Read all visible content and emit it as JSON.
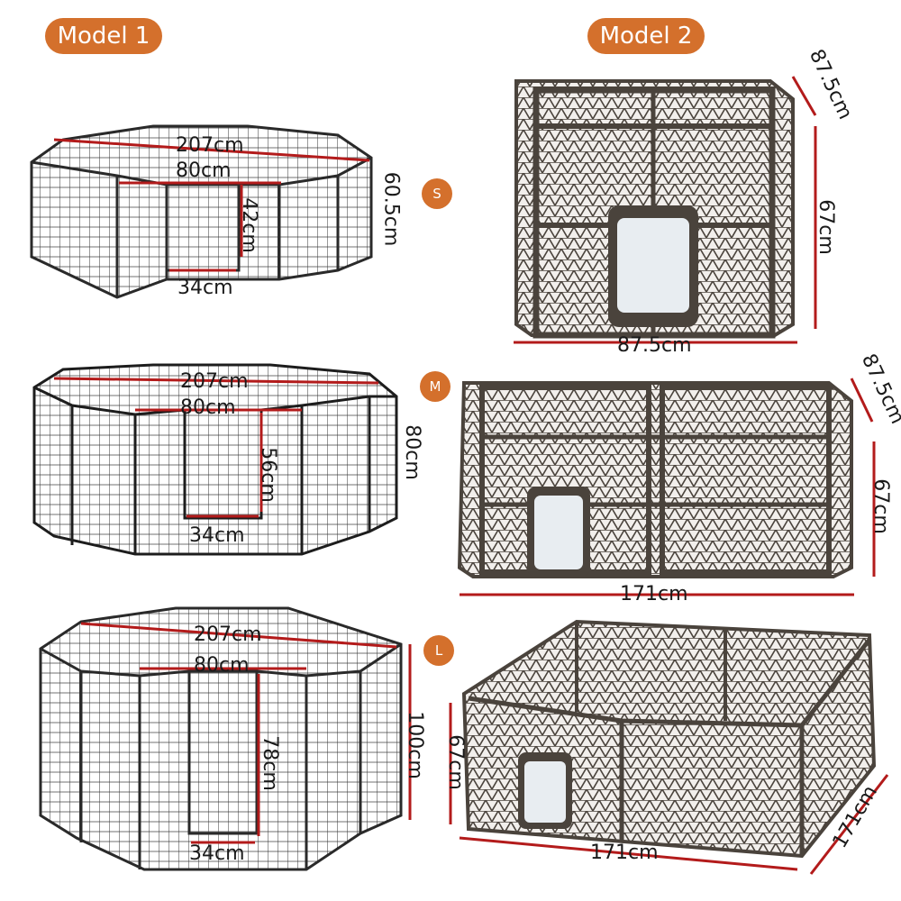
{
  "colors": {
    "accent": "#d4702c",
    "dimension_line": "#b31b1b",
    "model1_frame": "#2a2a2a",
    "model2_frame": "#4a433c"
  },
  "headers": {
    "model1": "Model 1",
    "model2": "Model 2"
  },
  "sizes": {
    "s": "S",
    "m": "M",
    "l": "L"
  },
  "model1": {
    "s": {
      "width": "207cm",
      "door_width": "80cm",
      "door_height": "42cm",
      "height": "60.5cm",
      "gap": "34cm"
    },
    "m": {
      "width": "207cm",
      "door_width": "80cm",
      "door_height": "56cm",
      "height": "80cm",
      "gap": "34cm"
    },
    "l": {
      "width": "207cm",
      "door_width": "80cm",
      "door_height": "78cm",
      "height": "100cm",
      "gap": "34cm"
    }
  },
  "model2": {
    "s": {
      "depth": "87.5cm",
      "height": "67cm",
      "width": "87.5cm"
    },
    "m": {
      "depth": "87.5cm",
      "height": "67cm",
      "width": "171cm"
    },
    "l": {
      "height": "67cm",
      "width": "171cm",
      "depth": "171cm"
    }
  }
}
